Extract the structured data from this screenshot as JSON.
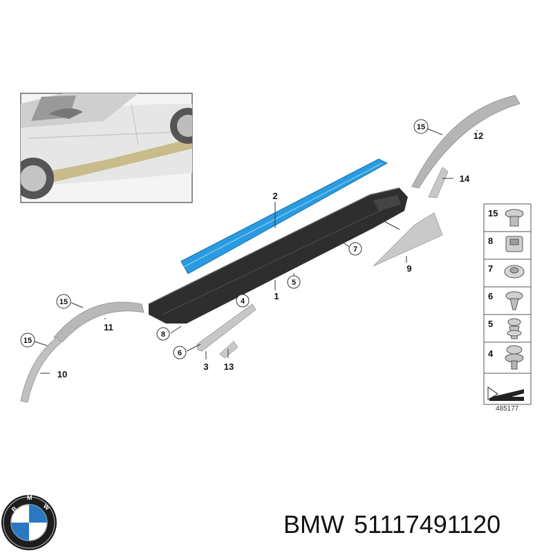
{
  "callouts": {
    "c1": "1",
    "c2": "2",
    "c3": "3",
    "c4": "4",
    "c5": "5",
    "c6": "6",
    "c7": "7",
    "c8": "8",
    "c9": "9",
    "c10": "10",
    "c11": "11",
    "c12": "12",
    "c13": "13",
    "c14": "14",
    "c15a": "15",
    "c15b": "15",
    "c15c": "15"
  },
  "legend": {
    "items": [
      "15",
      "8",
      "7",
      "6",
      "5",
      "4"
    ]
  },
  "reference_number": "485177",
  "caption": {
    "brand": "BMW",
    "part_number": "51117491120"
  },
  "colors": {
    "highlight": "#2a9be0",
    "part_dark": "#2b2b2b",
    "part_grey": "#b9b9b9"
  }
}
